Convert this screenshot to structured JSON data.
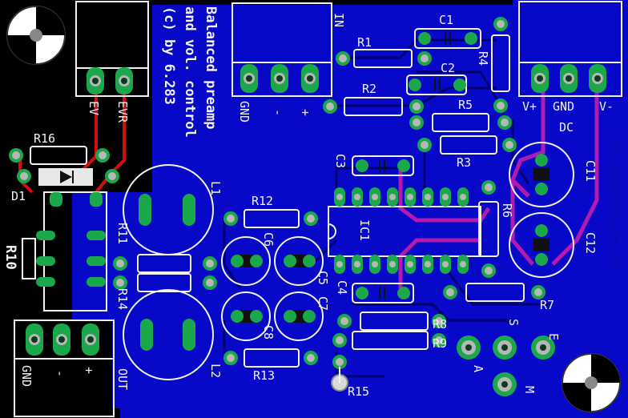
{
  "title_lines": [
    "Balanced preamp",
    "and vol. control",
    "(c) by 6.283"
  ],
  "website": "www.2pi-online.de",
  "colors": {
    "board": "#0808c8",
    "outline": "#000000",
    "silkscreen": "#f2f2f2",
    "pad": "#1aa84a",
    "trace_top": "#b21ab2",
    "trace_bottom": "#d01010"
  },
  "connectors": {
    "input": {
      "name": "IN",
      "pins": [
        "GND",
        "-",
        "+"
      ]
    },
    "dc": {
      "name": "DC",
      "pins": [
        "V+",
        "GND",
        "V-"
      ]
    },
    "ev": {
      "pins": [
        "EV",
        "EVR"
      ]
    },
    "output": {
      "name": "OUT",
      "pins": [
        "GND",
        "-",
        "+"
      ]
    },
    "pot": {
      "pins": [
        "S",
        "E",
        "A",
        "M"
      ]
    }
  },
  "components": {
    "resistors": [
      "R1",
      "R2",
      "R3",
      "R4",
      "R5",
      "R6",
      "R7",
      "R8",
      "R9",
      "R10",
      "R11",
      "R12",
      "R13",
      "R14",
      "R15",
      "R16"
    ],
    "capacitors": [
      "C1",
      "C2",
      "C3",
      "C4",
      "C5",
      "C6",
      "C7",
      "C8",
      "C11",
      "C12"
    ],
    "inductors": [
      "L1",
      "L2"
    ],
    "ics": [
      "IC1"
    ],
    "diodes": [
      "D1"
    ]
  }
}
